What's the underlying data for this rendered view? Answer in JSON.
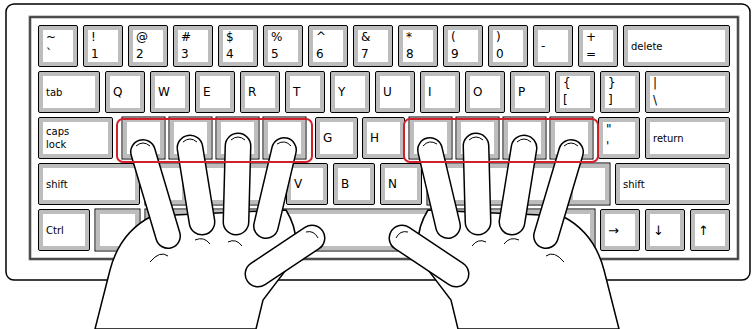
{
  "diagram": {
    "nodes": [
      {
        "text": [
          "~",
          "`"
        ]
      },
      {
        "text": [
          "!",
          "1"
        ]
      },
      {
        "text": [
          "@",
          "2"
        ]
      },
      {
        "text": [
          "#",
          "3"
        ]
      },
      {
        "text": [
          "$",
          "4"
        ]
      },
      {
        "text": [
          "%",
          "5"
        ]
      },
      {
        "text": [
          "^",
          "6"
        ]
      },
      {
        "text": [
          "&",
          "7"
        ]
      },
      {
        "text": [
          "*",
          "8"
        ]
      },
      {
        "text": [
          "(",
          "9"
        ]
      },
      {
        "text": [
          ")",
          "0"
        ]
      },
      {
        "text": [
          "-"
        ]
      },
      {
        "text": [
          "+",
          "="
        ]
      },
      {
        "text": [
          "delete"
        ]
      },
      {
        "text": [
          "tab"
        ]
      },
      {
        "text": [
          "Q"
        ]
      },
      {
        "text": [
          "W"
        ]
      },
      {
        "text": [
          "E"
        ]
      },
      {
        "text": [
          "R"
        ]
      },
      {
        "text": [
          "T"
        ]
      },
      {
        "text": [
          "Y"
        ]
      },
      {
        "text": [
          "U"
        ]
      },
      {
        "text": [
          "I"
        ]
      },
      {
        "text": [
          "O"
        ]
      },
      {
        "text": [
          "P"
        ]
      },
      {
        "text": [
          "{",
          "["
        ]
      },
      {
        "text": [
          "}",
          "]"
        ]
      },
      {
        "text": [
          "|",
          "\\"
        ]
      },
      {
        "text": [
          "caps lock"
        ]
      },
      {
        "text": [
          "G"
        ]
      },
      {
        "text": [
          "H"
        ]
      },
      {
        "text": [
          "\"",
          "'"
        ]
      },
      {
        "text": [
          "return"
        ]
      },
      {
        "text": [
          "shift"
        ]
      },
      {
        "text": [
          "V"
        ]
      },
      {
        "text": [
          "B"
        ]
      },
      {
        "text": [
          "N"
        ]
      },
      {
        "text": [
          "shift"
        ]
      },
      {
        "text": [
          "Ctrl"
        ]
      },
      {
        "text": [
          "→"
        ]
      },
      {
        "text": [
          "↓"
        ]
      },
      {
        "text": [
          "↑"
        ]
      }
    ]
  }
}
